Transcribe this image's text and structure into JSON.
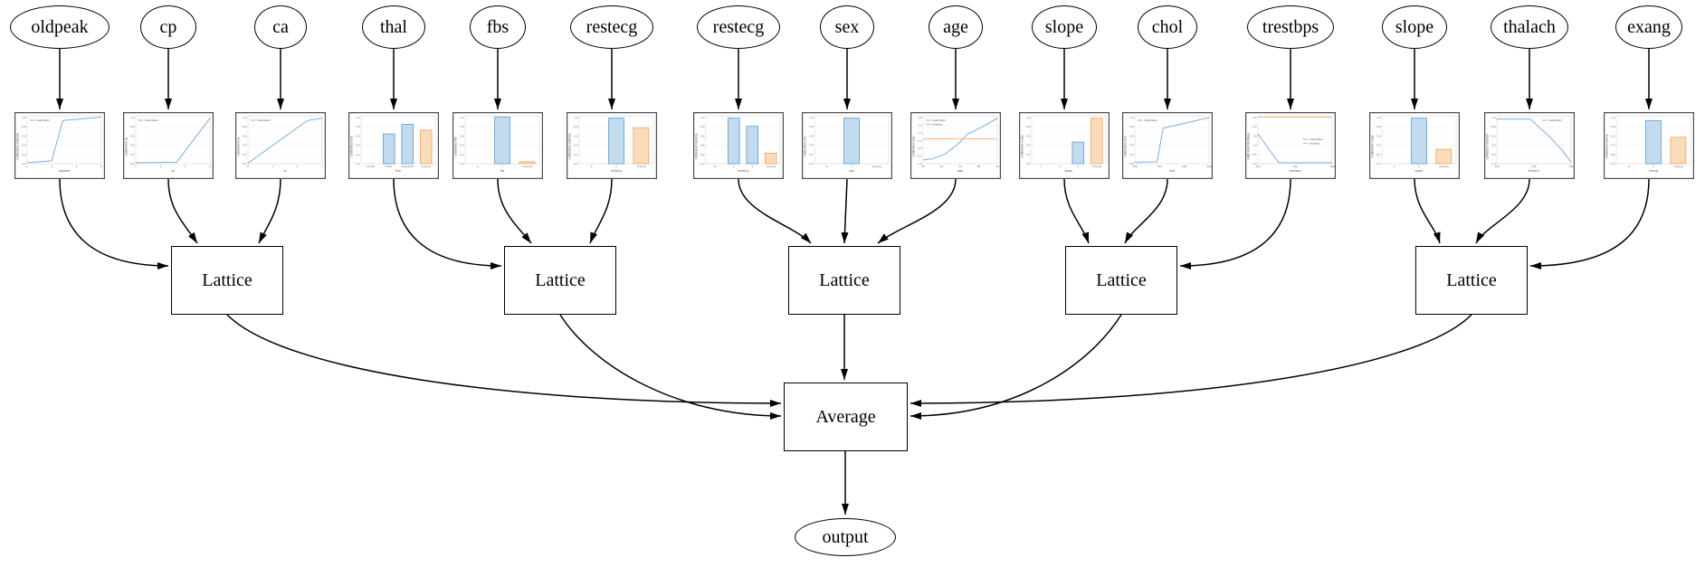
{
  "diagram": {
    "feature_nodes": [
      {
        "label": "oldpeak"
      },
      {
        "label": "cp"
      },
      {
        "label": "ca"
      },
      {
        "label": "thal"
      },
      {
        "label": "fbs"
      },
      {
        "label": "restecg"
      },
      {
        "label": "restecg"
      },
      {
        "label": "sex"
      },
      {
        "label": "age"
      },
      {
        "label": "slope"
      },
      {
        "label": "chol"
      },
      {
        "label": "trestbps"
      },
      {
        "label": "slope"
      },
      {
        "label": "thalach"
      },
      {
        "label": "exang"
      }
    ],
    "lattice_nodes": [
      {
        "label": "Lattice"
      },
      {
        "label": "Lattice"
      },
      {
        "label": "Lattice"
      },
      {
        "label": "Lattice"
      },
      {
        "label": "Lattice"
      }
    ],
    "combiner_node": {
      "label": "Average"
    },
    "output_node": {
      "label": "output"
    },
    "groups": [
      [
        0,
        1,
        2
      ],
      [
        3,
        4,
        5
      ],
      [
        6,
        7,
        8
      ],
      [
        9,
        10,
        11
      ],
      [
        12,
        13,
        14
      ]
    ]
  },
  "colors": {
    "calibrated_line": "#6da8d8",
    "missing_line": "#f9ab63",
    "bar_blue_fill": "#c3dbee",
    "bar_blue_edge": "#5b9bd0",
    "bar_orange_fill": "#fbdcba",
    "bar_orange_edge": "#f0a359",
    "edge_color": "#000000",
    "grid_color": "#ececec",
    "axis_text": "#666666"
  },
  "chart_data": [
    {
      "type": "line",
      "name": "oldpeak",
      "xlabel": "oldpeak",
      "ylabel": "calibrated oldpeak",
      "legend_pos": "tl",
      "yticks": [
        "1.0",
        "0.8",
        "0.6",
        "0.4",
        "0.2",
        "0.0"
      ],
      "xticks": [
        "0",
        "2",
        "4",
        "6"
      ],
      "series": [
        {
          "name": "calibrated",
          "color": "calibrated",
          "points": [
            [
              0,
              0.02
            ],
            [
              0.33,
              0.06
            ],
            [
              0.48,
              0.9
            ],
            [
              1,
              0.97
            ]
          ]
        }
      ]
    },
    {
      "type": "line",
      "name": "cp",
      "xlabel": "cp",
      "ylabel": "calibrated cp",
      "legend_pos": "tl",
      "yticks": [
        "1.0",
        "0.8",
        "0.6",
        "0.4",
        "0.2",
        "0.0"
      ],
      "xticks": [
        "1",
        "2",
        "3",
        "4"
      ],
      "series": [
        {
          "name": "calibrated",
          "color": "calibrated",
          "points": [
            [
              0,
              0.02
            ],
            [
              0.55,
              0.03
            ],
            [
              1,
              0.95
            ]
          ]
        }
      ]
    },
    {
      "type": "line",
      "name": "ca",
      "xlabel": "ca",
      "ylabel": "calibrated ca",
      "legend_pos": "tl",
      "yticks": [
        "1.0",
        "0.8",
        "0.6",
        "0.4",
        "0.2",
        "0.0"
      ],
      "xticks": [
        "0",
        "1",
        "2",
        "3"
      ],
      "series": [
        {
          "name": "calibrated",
          "color": "calibrated",
          "points": [
            [
              0,
              0.01
            ],
            [
              0.8,
              0.9
            ],
            [
              1,
              0.95
            ]
          ]
        }
      ]
    },
    {
      "type": "bar",
      "name": "thal",
      "xlabel": "thal",
      "ylabel": "calibrated thal",
      "yticks": [
        "1.0",
        "0.8",
        "0.6",
        "0.4",
        "0.2",
        "0.0"
      ],
      "categories": [
        "normal",
        "fixed",
        "reversible",
        "missing"
      ],
      "values": [
        0,
        0.62,
        0.82,
        0.7
      ],
      "missing_index": 3
    },
    {
      "type": "bar",
      "name": "fbs",
      "xlabel": "fbs",
      "ylabel": "calibrated fbs",
      "yticks": [
        "1.0",
        "0.8",
        "0.6",
        "0.4",
        "0.2",
        "0.0"
      ],
      "categories": [
        "0",
        "1",
        "missing"
      ],
      "values": [
        0,
        0.97,
        0.04
      ],
      "missing_index": 2
    },
    {
      "type": "bar",
      "name": "restecg",
      "xlabel": "restecg",
      "ylabel": "calibrated restecg",
      "yticks": [
        "1.0",
        "0.8",
        "0.6",
        "0.4",
        "0.2",
        "0.0"
      ],
      "categories": [
        "0",
        "1",
        "missing"
      ],
      "values": [
        0,
        0.95,
        0.75
      ],
      "missing_index": 2
    },
    {
      "type": "bar",
      "name": "restecg",
      "xlabel": "restecg",
      "ylabel": "calibrated restecg",
      "yticks": [
        "1.0",
        "0.8",
        "0.6",
        "0.4",
        "0.2",
        "0.0"
      ],
      "categories": [
        "0",
        "1",
        "2",
        "missing"
      ],
      "values": [
        0,
        0.95,
        0.78,
        0.22
      ],
      "missing_index": 3
    },
    {
      "type": "bar",
      "name": "sex",
      "xlabel": "sex",
      "ylabel": "calibrated sex",
      "yticks": [
        "1.0",
        "0.8",
        "0.6",
        "0.4",
        "0.2",
        "0.0"
      ],
      "categories": [
        "0",
        "1",
        "missing"
      ],
      "values": [
        0,
        0.95,
        0
      ],
      "missing_index": 2
    },
    {
      "type": "line",
      "name": "age",
      "xlabel": "age",
      "ylabel": "calibrated age",
      "legend_pos": "tl",
      "yticks": [
        "2.0",
        "1.5",
        "1.0",
        "0.5",
        "0.0",
        "-0.5",
        "-1.0"
      ],
      "xticks": [
        "30",
        "40",
        "50",
        "60",
        "70"
      ],
      "series": [
        {
          "name": "calibrated",
          "color": "calibrated",
          "points": [
            [
              0,
              0.08
            ],
            [
              0.12,
              0.1
            ],
            [
              0.3,
              0.2
            ],
            [
              0.5,
              0.45
            ],
            [
              0.6,
              0.62
            ],
            [
              0.8,
              0.77
            ],
            [
              1,
              0.95
            ]
          ]
        },
        {
          "name": "missing",
          "color": "missing",
          "points": [
            [
              0,
              0.52
            ],
            [
              1,
              0.52
            ]
          ]
        }
      ]
    },
    {
      "type": "bar",
      "name": "slope",
      "xlabel": "slope",
      "ylabel": "calibrated slope",
      "yticks": [
        "1.0",
        "0.8",
        "0.6",
        "0.4",
        "0.2",
        "0.0"
      ],
      "categories": [
        "1",
        "2",
        "3",
        "missing"
      ],
      "values": [
        0,
        0,
        0.45,
        0.95
      ],
      "missing_index": 3
    },
    {
      "type": "line",
      "name": "chol",
      "xlabel": "chol",
      "ylabel": "calibrated chol",
      "legend_pos": "tl",
      "yticks": [
        "1.0",
        "0.8",
        "0.6",
        "0.4",
        "0.2",
        "0.0"
      ],
      "xticks": [
        "200",
        "300",
        "400",
        "500"
      ],
      "series": [
        {
          "name": "calibrated",
          "color": "calibrated",
          "points": [
            [
              0,
              0.03
            ],
            [
              0.3,
              0.04
            ],
            [
              0.38,
              0.74
            ],
            [
              1,
              0.96
            ]
          ]
        }
      ]
    },
    {
      "type": "line",
      "name": "trestbps",
      "xlabel": "trestbps",
      "ylabel": "calibrated trestbps",
      "legend_pos": "r",
      "yticks": [
        "2.5",
        "2.0",
        "1.5",
        "1.0",
        "0.5",
        "0.0"
      ],
      "xticks": [
        "100",
        "140",
        "180"
      ],
      "series": [
        {
          "name": "calibrated",
          "color": "calibrated",
          "points": [
            [
              0,
              0.62
            ],
            [
              0.28,
              0.02
            ],
            [
              1,
              0.02
            ]
          ]
        },
        {
          "name": "missing",
          "color": "missing",
          "points": [
            [
              0,
              0.97
            ],
            [
              1,
              0.97
            ]
          ]
        }
      ]
    },
    {
      "type": "bar",
      "name": "slope",
      "xlabel": "slope",
      "ylabel": "calibrated slope",
      "yticks": [
        "1.0",
        "0.8",
        "0.6",
        "0.4",
        "0.2",
        "0.0"
      ],
      "categories": [
        "1",
        "2",
        "missing"
      ],
      "values": [
        0,
        0.95,
        0.3
      ],
      "missing_index": 2
    },
    {
      "type": "line",
      "name": "thalach",
      "xlabel": "thalach",
      "ylabel": "calibrated thalach",
      "legend_pos": "tr",
      "yticks": [
        "1.0",
        "0.8",
        "0.6",
        "0.4",
        "0.2",
        "0.0"
      ],
      "xticks": [
        "100",
        "140",
        "180"
      ],
      "series": [
        {
          "name": "calibrated",
          "color": "calibrated",
          "points": [
            [
              0,
              0.93
            ],
            [
              0.45,
              0.93
            ],
            [
              0.7,
              0.58
            ],
            [
              0.88,
              0.28
            ],
            [
              1,
              0.03
            ]
          ]
        }
      ]
    },
    {
      "type": "bar",
      "name": "exang",
      "xlabel": "exang",
      "ylabel": "calibrated exang",
      "yticks": [
        "1.0",
        "0.8",
        "0.6",
        "0.4",
        "0.2",
        "0.0"
      ],
      "categories": [
        "0",
        "1",
        "missing"
      ],
      "values": [
        0,
        0.9,
        0.55
      ],
      "missing_index": 2
    }
  ]
}
